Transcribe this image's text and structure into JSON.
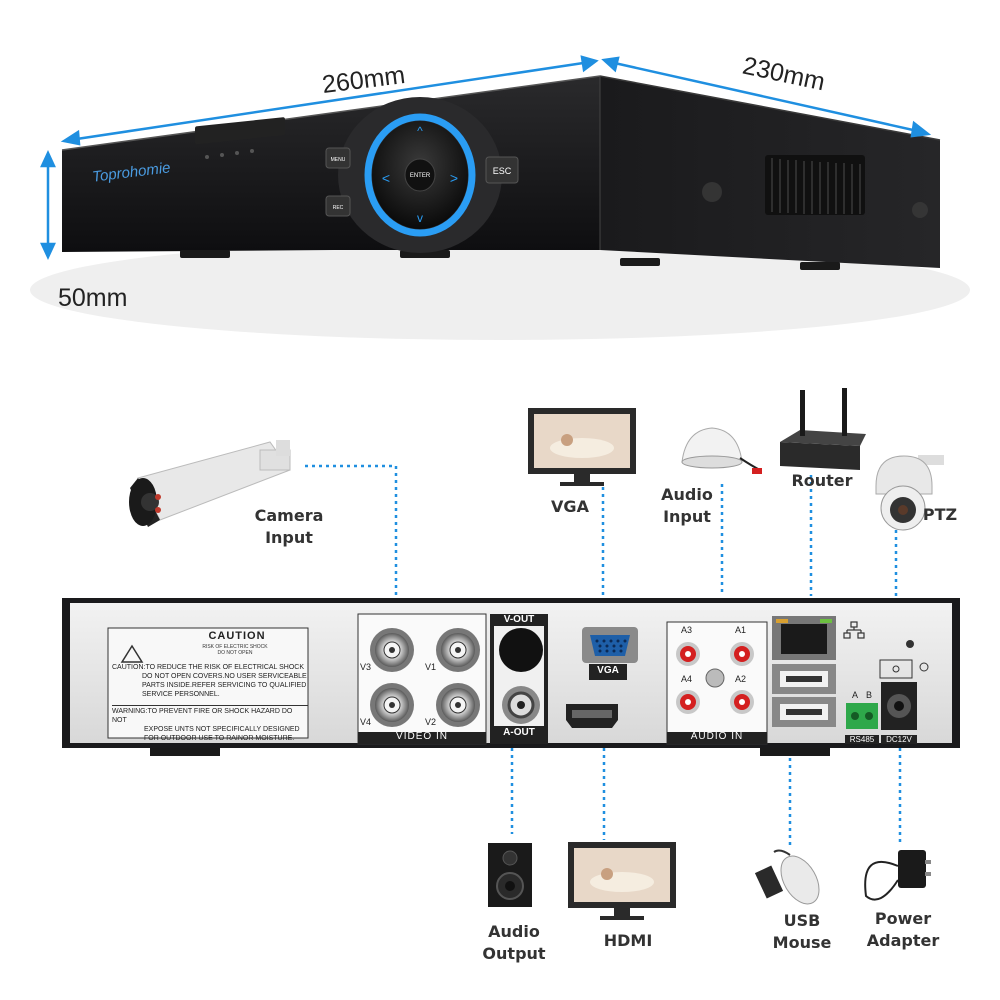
{
  "dimensions": {
    "width": "260mm",
    "depth": "230mm",
    "height": "50mm"
  },
  "front_panel": {
    "brand": "Toprohomie",
    "menu_label": "MENU",
    "rec_label": "REC",
    "enter_label": "ENTER",
    "esc_label": "ESC"
  },
  "rear_panel": {
    "caution_title": "CAUTION",
    "caution_sub1": "RISK OF ELECTRIC SHOCK",
    "caution_sub2": "DO NOT OPEN",
    "caution_text": [
      "CAUTION:TO REDUCE THE RISK OF ELECTRICAL SHOCK",
      "DO NOT OPEN COVERS.NO USER SERVICEABLE",
      "PARTS INSIDE.REFER SERVICING TO QUALIFIED",
      "SERVICE PERSONNEL."
    ],
    "warning_text": [
      "WARNING:TO PREVENT FIRE OR SHOCK HAZARD DO NOT",
      "EXPOSE UNTS NOT SPECIFICALLY DESIGNED",
      "FOR OUTDOOR USE TO RAINOR MOISTURE."
    ],
    "video_in_label": "VIDEO IN",
    "video_channels": [
      "V3",
      "V1",
      "V4",
      "V2"
    ],
    "v_out_label": "V-OUT",
    "a_out_label": "A-OUT",
    "vga_label": "VGA",
    "audio_in_label": "AUDIO IN",
    "audio_channels": [
      "A3",
      "A1",
      "A4",
      "A2"
    ],
    "rs485_label": "RS485",
    "rs485_pins": [
      "A",
      "B"
    ],
    "dc_label": "DC12V"
  },
  "peripherals": {
    "camera": "Camera\nInput",
    "vga": "VGA",
    "audio_input": "Audio\nInput",
    "router": "Router",
    "ptz": "PTZ",
    "audio_output": "Audio\nOutput",
    "hdmi": "HDMI",
    "usb_mouse": "USB\nMouse",
    "power_adapter": "Power\nAdapter"
  },
  "colors": {
    "accent_blue": "#1f8fe0",
    "device_black": "#1a1a1a",
    "panel_silver": "#e4e4e4",
    "ring_blue": "#2a9df4"
  }
}
